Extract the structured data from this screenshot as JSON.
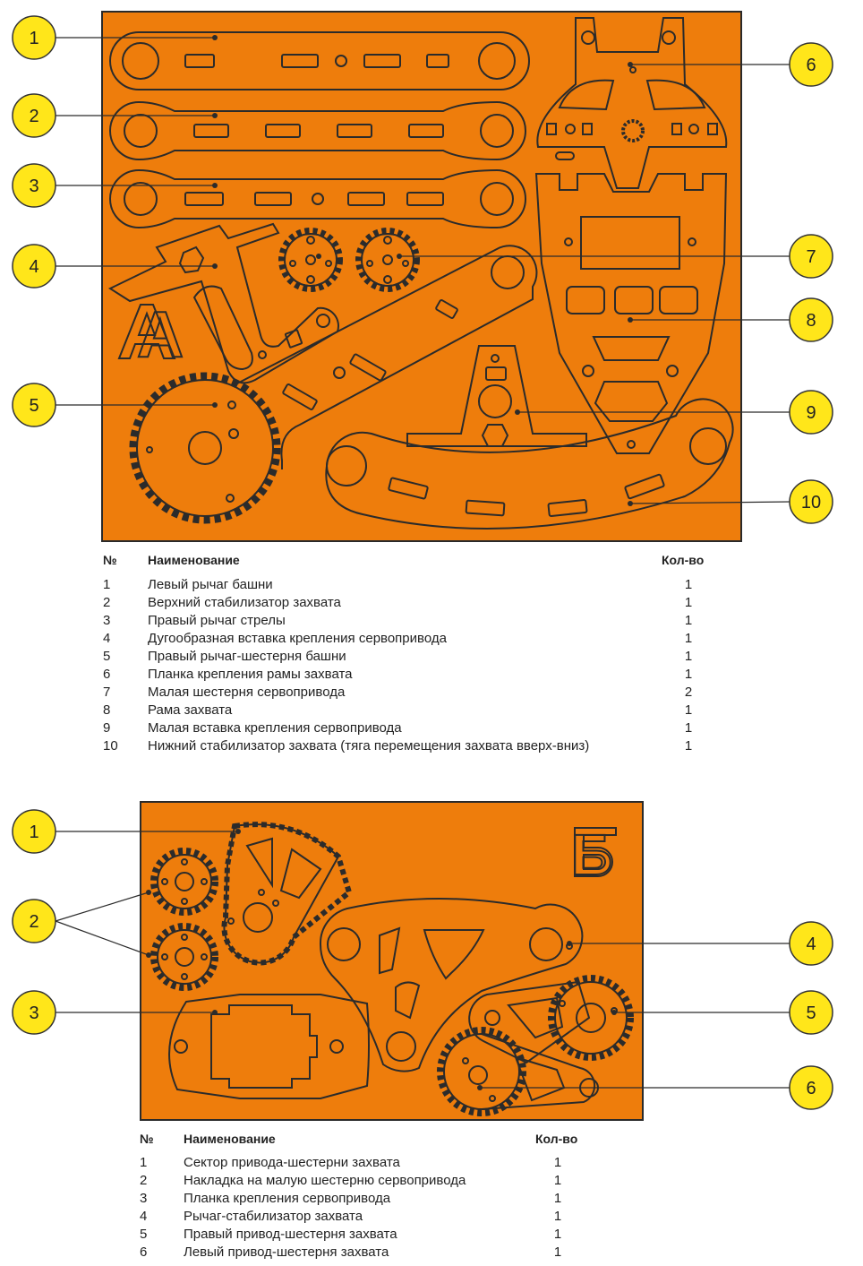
{
  "colors": {
    "sheet": "#ee7d0c",
    "cut": "#2b2b2b",
    "bubble": "#ffe61a",
    "bubble_border": "#333333"
  },
  "sheet_a": {
    "letter": "А",
    "callouts": [
      "1",
      "2",
      "3",
      "4",
      "5",
      "6",
      "7",
      "8",
      "9",
      "10"
    ],
    "table": {
      "headers": {
        "num": "№",
        "name": "Наименование",
        "qty": "Кол-во"
      },
      "rows": [
        {
          "num": "1",
          "name": "Левый рычаг башни",
          "qty": "1"
        },
        {
          "num": "2",
          "name": "Верхний стабилизатор захвата",
          "qty": "1"
        },
        {
          "num": "3",
          "name": "Правый рычаг стрелы",
          "qty": "1"
        },
        {
          "num": "4",
          "name": "Дугообразная вставка крепления сервопривода",
          "qty": "1"
        },
        {
          "num": "5",
          "name": "Правый рычаг-шестерня башни",
          "qty": "1"
        },
        {
          "num": "6",
          "name": "Планка крепления рамы захвата",
          "qty": "1"
        },
        {
          "num": "7",
          "name": "Малая шестерня сервопривода",
          "qty": "2"
        },
        {
          "num": "8",
          "name": "Рама захвата",
          "qty": "1"
        },
        {
          "num": "9",
          "name": "Малая вставка крепления сервопривода",
          "qty": "1"
        },
        {
          "num": "10",
          "name": "Нижний стабилизатор захвата (тяга перемещения захвата вверх-вниз)",
          "qty": "1"
        }
      ]
    }
  },
  "sheet_b": {
    "letter": "Б",
    "callouts": [
      "1",
      "2",
      "3",
      "4",
      "5",
      "6"
    ],
    "table": {
      "headers": {
        "num": "№",
        "name": "Наименование",
        "qty": "Кол-во"
      },
      "rows": [
        {
          "num": "1",
          "name": "Сектор привода-шестерни захвата",
          "qty": "1"
        },
        {
          "num": "2",
          "name": "Накладка на малую шестерню сервопривода",
          "qty": "1"
        },
        {
          "num": "3",
          "name": "Планка крепления сервопривода",
          "qty": "1"
        },
        {
          "num": "4",
          "name": "Рычаг-стабилизатор захвата",
          "qty": "1"
        },
        {
          "num": "5",
          "name": "Правый привод-шестерня захвата",
          "qty": "1"
        },
        {
          "num": "6",
          "name": "Левый привод-шестерня захвата",
          "qty": "1"
        }
      ]
    }
  }
}
